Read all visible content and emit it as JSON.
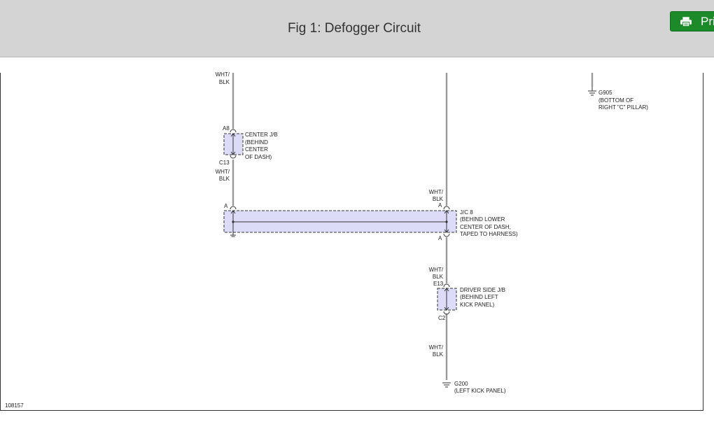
{
  "header": {
    "title": "Fig 1: Defogger Circuit",
    "print_label": "Print"
  },
  "diagram": {
    "figure_id": "108157",
    "wires": {
      "top_left": [
        "WHT/",
        "BLK"
      ],
      "mid_left": [
        "WHT/",
        "BLK"
      ],
      "top_right": [
        "WHT/",
        "BLK"
      ],
      "mid_right": [
        "WHT/",
        "BLK"
      ],
      "low_right": [
        "WHT/",
        "BLK"
      ]
    },
    "center_jb": {
      "pin_top": "A8",
      "pin_bottom": "C13",
      "label": [
        "CENTER J/B",
        "(BEHIND",
        "CENTER",
        "OF DASH)"
      ]
    },
    "jc8": {
      "pin_left": "A",
      "pin_right_top": "A",
      "pin_right_bottom": "A",
      "label": [
        "J/C 8",
        "(BEHIND LOWER",
        "CENTER OF DASH,",
        "TAPED TO HARNESS)"
      ]
    },
    "driver_jb": {
      "pin_top": "E13",
      "pin_bottom": "C2",
      "label": [
        "DRIVER SIDE J/B",
        "(BEHIND LEFT",
        "KICK PANEL)"
      ]
    },
    "g200": {
      "label": [
        "G200",
        "(LEFT KICK PANEL)"
      ]
    },
    "g905": {
      "label": [
        "G905",
        "(BOTTOM OF",
        "RIGHT \"C\" PILLAR)"
      ]
    }
  },
  "colors": {
    "header_bg": "#d4d4d4",
    "print_button": "#1d8a2a",
    "component_fill": "#dcdcf8",
    "wire": "#999999"
  }
}
